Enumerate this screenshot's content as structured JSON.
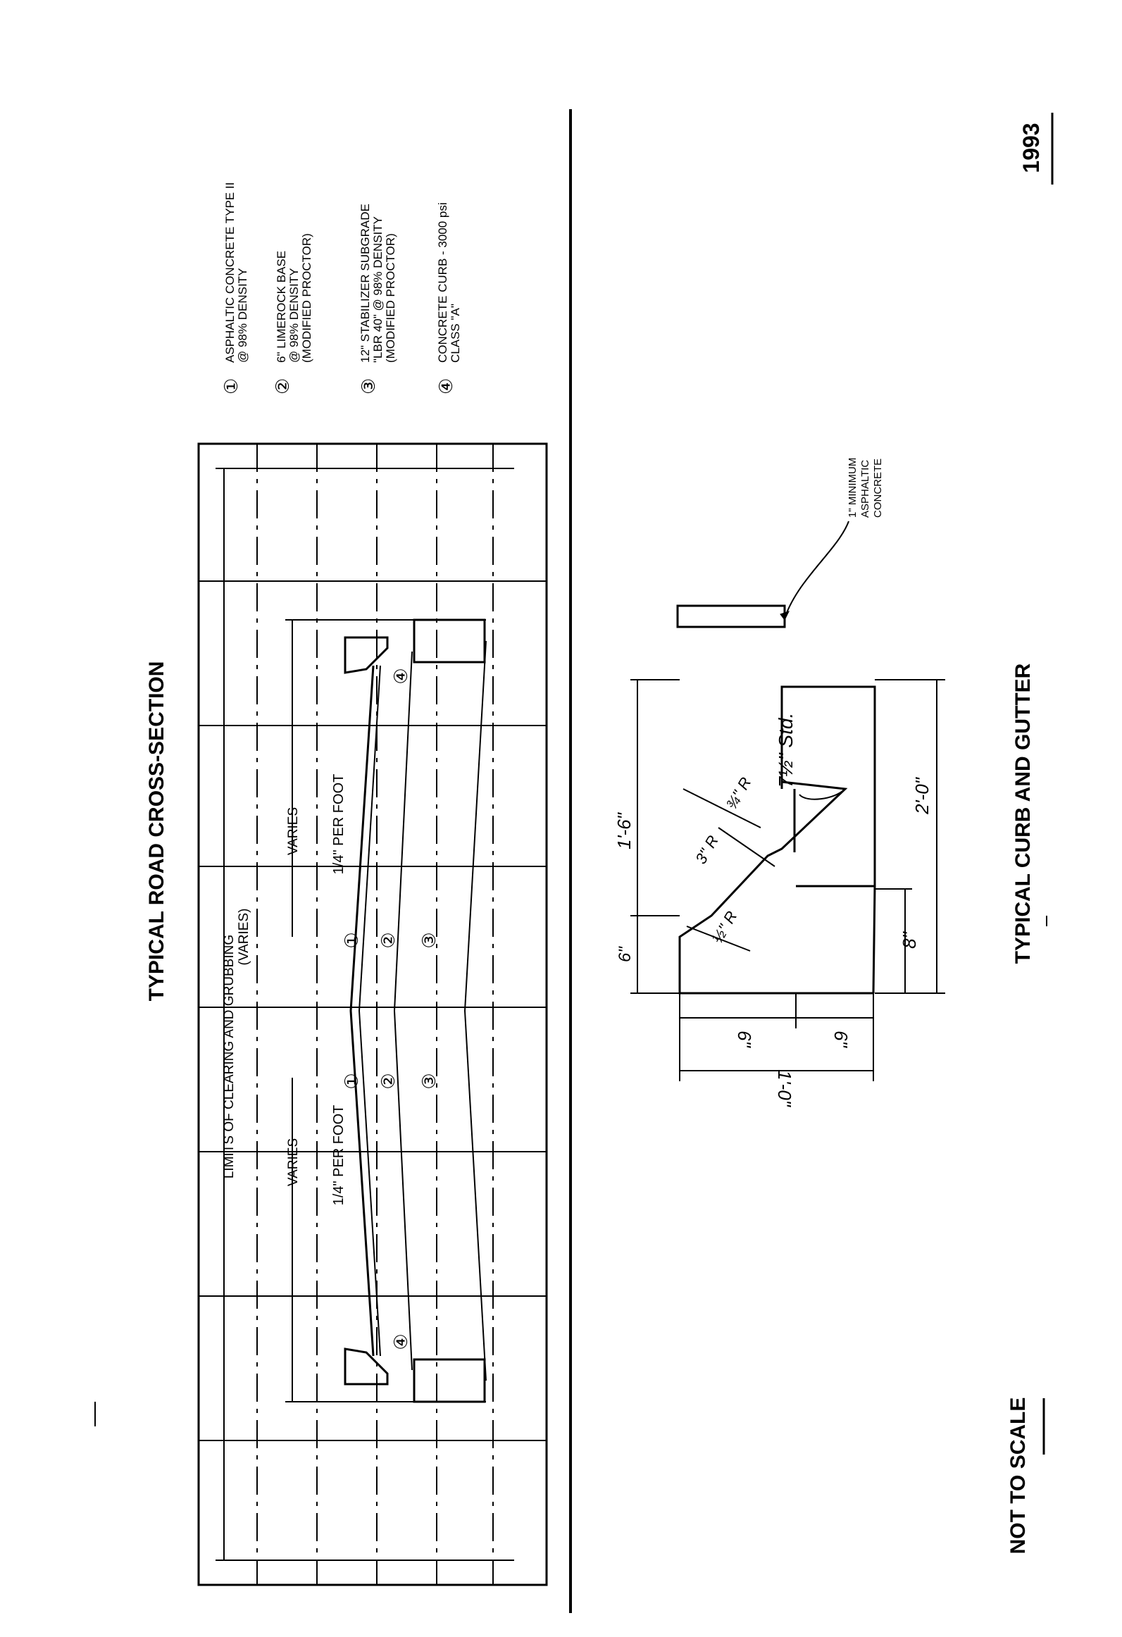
{
  "titles": {
    "road_section": "TYPICAL ROAD CROSS-SECTION",
    "curb_gutter": "TYPICAL CURB AND GUTTER",
    "not_to_scale": "NOT TO SCALE",
    "year": "1993"
  },
  "road_section": {
    "clearing_label": "LIMITS OF CLEARING AND GRUBBING",
    "clearing_sub": "(VARIES)",
    "varies_left": "VARIES",
    "varies_right": "VARIES",
    "slope_left": "1/4\" PER FOOT",
    "slope_right": "1/4\" PER FOOT",
    "markers": {
      "m1": "①",
      "m2": "②",
      "m3": "③",
      "m4": "④"
    }
  },
  "legend": [
    {
      "num": "①",
      "line1": "ASPHALTIC CONCRETE TYPE II",
      "line2": "@ 98% DENSITY",
      "line3": ""
    },
    {
      "num": "②",
      "line1": "6\" LIMEROCK BASE",
      "line2": "@ 98% DENSITY",
      "line3": "(MODIFIED PROCTOR)"
    },
    {
      "num": "③",
      "line1": "12\" STABILIZER SUBGRADE",
      "line2": "\"LBR 40\" @ 98% DENSITY",
      "line3": "(MODIFIED PROCTOR)"
    },
    {
      "num": "④",
      "line1": "CONCRETE CURB - 3000 psi",
      "line2": "CLASS \"A\"",
      "line3": ""
    }
  ],
  "curb_detail": {
    "dim_6in_top": "6\"",
    "dim_1ft6": "1'-6\"",
    "dim_half_r": "½\" R",
    "dim_3in_r": "3\" R",
    "dim_34_r": "¾\" R",
    "dim_7half_std": "7½\" Std.",
    "dim_8in": "8\"",
    "dim_2ft0": "2'-0\"",
    "dim_6in_a": "6\"",
    "dim_6in_b": "6\"",
    "dim_1ft0": "1'-0\"",
    "asphalt_note_1": "1\" MINIMUM",
    "asphalt_note_2": "ASPHALTIC",
    "asphalt_note_3": "CONCRETE"
  }
}
